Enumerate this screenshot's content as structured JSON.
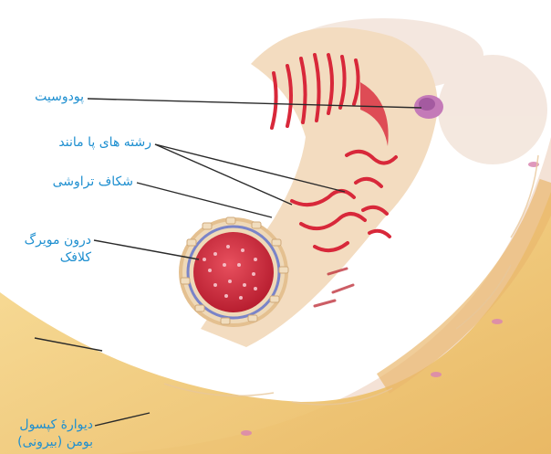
{
  "labels": {
    "podocyte": "پودوسیت",
    "foot_processes": "رشته های پا مانند",
    "filtration_slit": "شکاف تراوشی",
    "capillary_line1": "درون مویرگ",
    "capillary_line2": "کلافک",
    "capsule_line1": "دیوارۀ کپسول",
    "capsule_line2": "بومن (بیرونی)"
  },
  "colors": {
    "label_text": "#1e8fd0",
    "leader_line": "#2a2a2a",
    "capsule_yellow": "#f2c870",
    "tubule_cream": "#f3dcc0",
    "capillary_red": "#d8283a",
    "ring_blue": "#7a84c8"
  }
}
